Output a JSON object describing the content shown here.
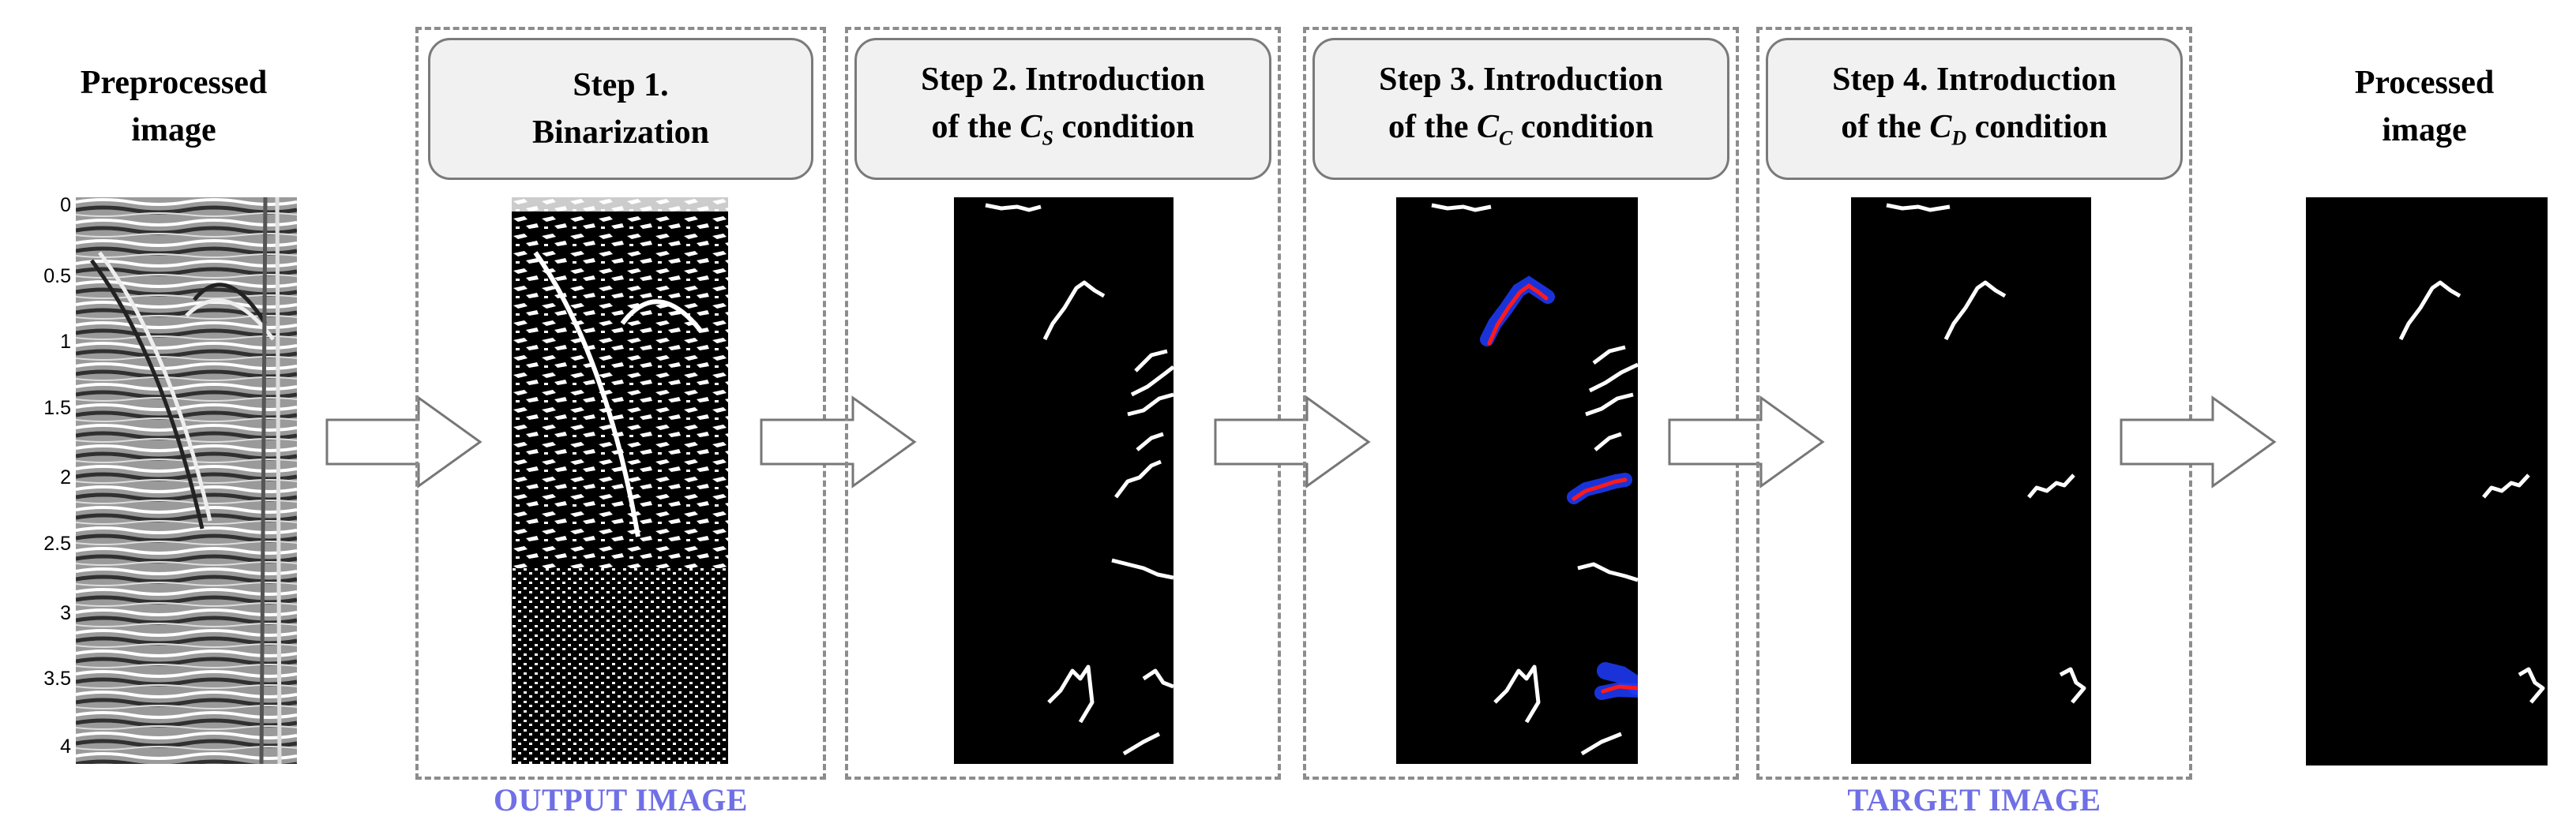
{
  "left_title": {
    "line1": "Preprocessed",
    "line2": "image"
  },
  "right_title": {
    "line1": "Processed",
    "line2": "image"
  },
  "axis_ticks": [
    "0",
    "0.5",
    "1",
    "1.5",
    "2",
    "2.5",
    "3",
    "3.5",
    "4"
  ],
  "steps": [
    {
      "line1": "Step 1.",
      "line2": "Binarization"
    },
    {
      "line1": "Step 2. Introduction",
      "line2_prefix": "of the ",
      "symbol": "C",
      "subscript": "S",
      "line2_suffix": " condition"
    },
    {
      "line1": "Step 3. Introduction",
      "line2_prefix": "of the ",
      "symbol": "C",
      "subscript": "C",
      "line2_suffix": " condition"
    },
    {
      "line1": "Step 4. Introduction",
      "line2_prefix": "of the ",
      "symbol": "C",
      "subscript": "D",
      "line2_suffix": " condition"
    }
  ],
  "captions": {
    "output": "OUTPUT IMAGE",
    "target": "TARGET IMAGE"
  },
  "colors": {
    "caption": "#6f6fe6",
    "dash": "#8c8c8c",
    "fit_line": "#ff1a1a",
    "fit_halo": "#1f3cff"
  }
}
